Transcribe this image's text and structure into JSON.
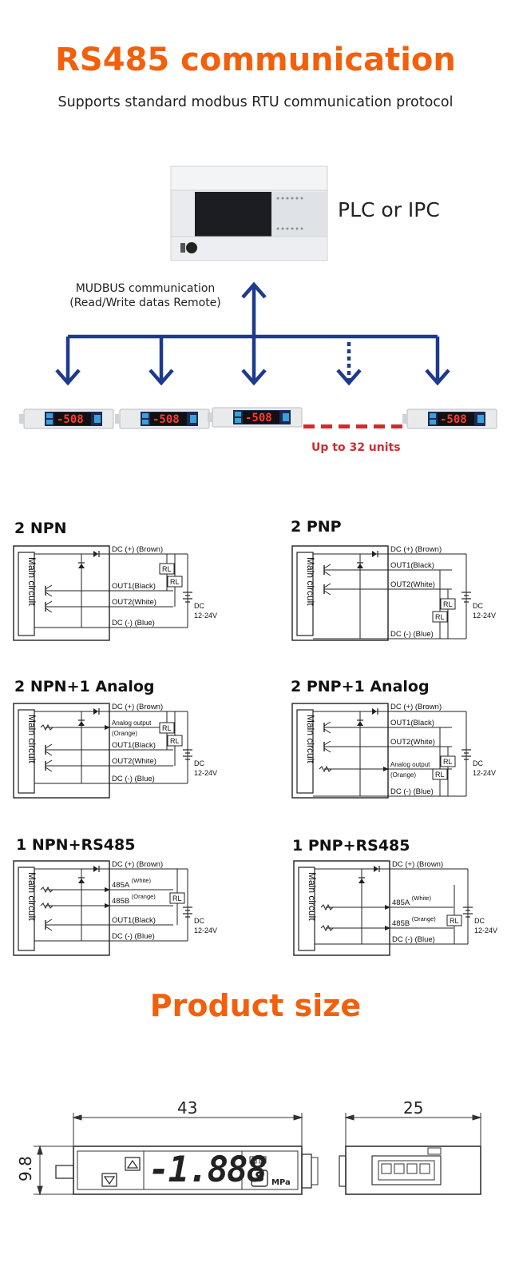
{
  "header": {
    "title": "RS485 communication",
    "subtitle": "Supports standard modbus RTU communication protocol"
  },
  "network": {
    "plc_label": "PLC or IPC",
    "modbus_line1": "MUDBUS communication",
    "modbus_line2": "(Read/Write datas Remote)",
    "units_label": "Up to 32 units",
    "display_value": "-508"
  },
  "wiring": {
    "npn2": {
      "title": "2 NPN"
    },
    "pnp2": {
      "title": "2 PNP"
    },
    "npn2a": {
      "title": "2 NPN+1 Analog"
    },
    "pnp2a": {
      "title": "2 PNP+1 Analog"
    },
    "npn485": {
      "title": "1 NPN+RS485"
    },
    "pnp485": {
      "title": "1 PNP+RS485"
    },
    "labels": {
      "main_circuit": "Main circuit",
      "dc_pos": "DC (+) (Brown)",
      "dc_neg": "DC (-) (Blue)",
      "out1": "OUT1(Black)",
      "out2": "OUT2(White)",
      "analog": "Analog output",
      "orange": "(Orange)",
      "a485": "485A",
      "b485": "485B",
      "white_sup": "(White)",
      "orange_sup": "(Orange)",
      "rl": "RL",
      "dc": "DC",
      "volt": "12-24V"
    }
  },
  "size": {
    "title": "Product size",
    "width": "43",
    "depth": "25",
    "height": "9.8",
    "display": "-1.888",
    "unit": "MPa",
    "s_key": "S"
  },
  "colors": {
    "accent": "#f2600c",
    "arrow": "#1d3a8e",
    "red": "#d7282f"
  }
}
